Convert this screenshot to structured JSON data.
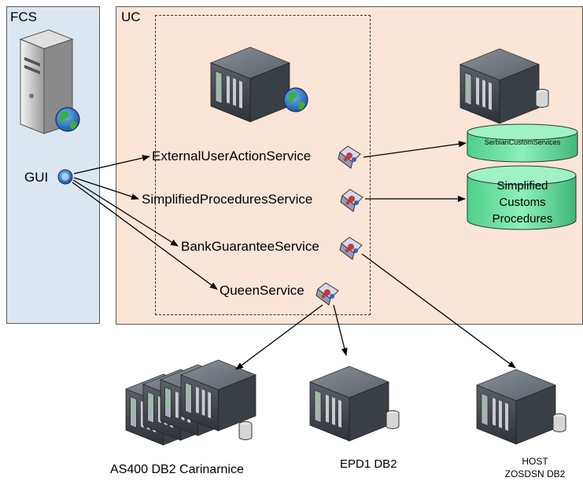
{
  "zones": {
    "fcs": {
      "label": "FCS",
      "color": "#dce6f1"
    },
    "uc": {
      "label": "UC",
      "color": "#fbe5d6"
    }
  },
  "gui": {
    "label": "GUI"
  },
  "services": [
    {
      "label": "ExternalUserActionService"
    },
    {
      "label": "SimplifiedProceduresService"
    },
    {
      "label": "BankGuaranteeService"
    },
    {
      "label": "QueenService"
    }
  ],
  "datastores": [
    {
      "label": "SerbianCustomServices"
    },
    {
      "label": "Simplified Customs Procedures"
    }
  ],
  "databases": [
    {
      "label": "AS400 DB2 Carinarnice"
    },
    {
      "label": "EPD1 DB2"
    },
    {
      "label_line1": "HOST",
      "label_line2": "ZOSDSN DB2"
    }
  ],
  "colors": {
    "cylinder": "#66dd99",
    "server": "#4a4f55",
    "arrow": "#000000"
  }
}
